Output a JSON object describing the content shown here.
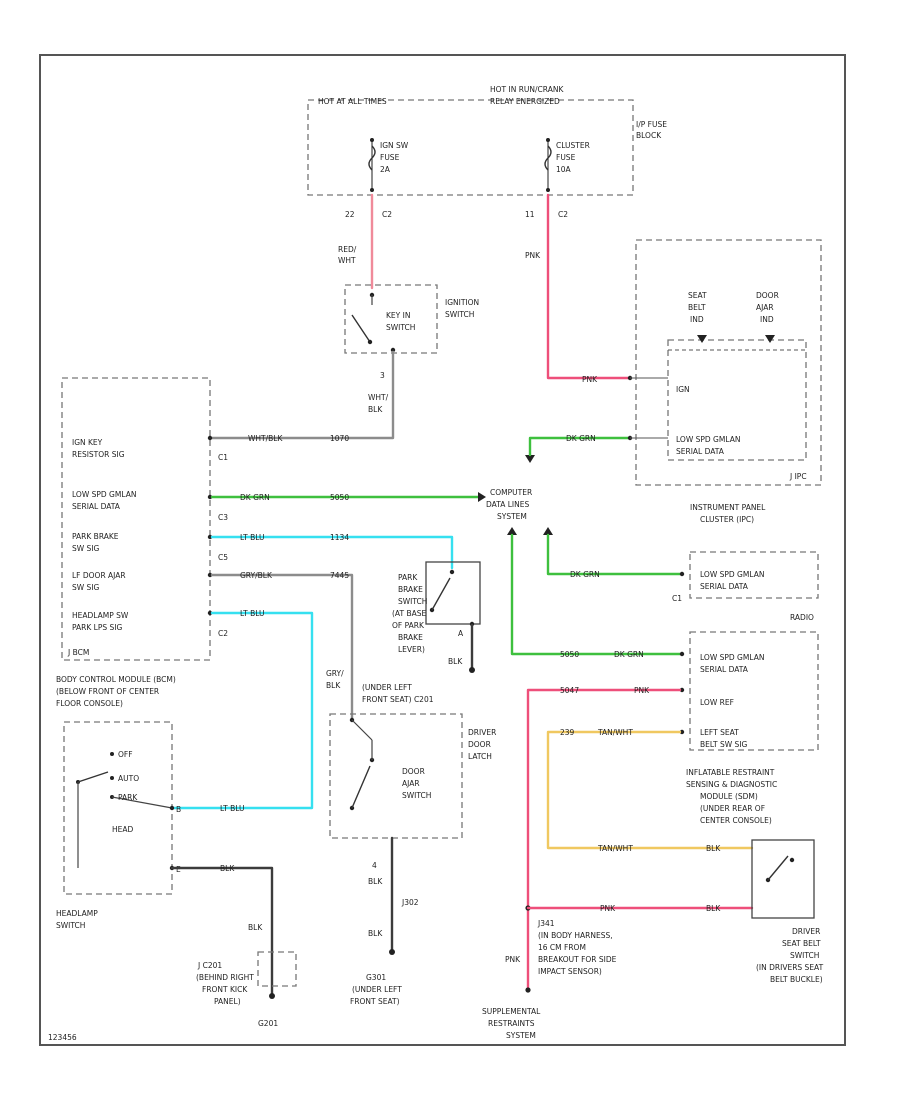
{
  "colors": {
    "red": "#f08a9a",
    "pink": "#ee4f7a",
    "green": "#3ec03e",
    "cyan": "#36e0f0",
    "yellow": "#f0c860",
    "dark": "#3c3c3c",
    "gray": "#8c8c8c"
  },
  "fuse_block": {
    "hot_left": "HOT AT ALL TIMES",
    "hot_right_1": "HOT IN RUN/CRANK",
    "hot_right_2": "RELAY ENERGIZED",
    "label_1": "I/P FUSE",
    "label_2": "BLOCK",
    "fuse_a_1": "IGN SW",
    "fuse_a_2": "FUSE",
    "fuse_a_3": "2A",
    "fuse_b_1": "CLUSTER",
    "fuse_b_2": "FUSE",
    "fuse_b_3": "10A",
    "pin_a": "22",
    "conn_a": "C2",
    "pin_b": "11",
    "conn_b": "C2"
  },
  "wires": {
    "red_wht_1": "RED/",
    "red_wht_2": "WHT",
    "pnk": "PNK",
    "wht_blk_1": "WHT/",
    "wht_blk_2": "BLK",
    "wht_blk_h": "WHT/BLK",
    "circ_1070": "1070",
    "dk_grn": "DK GRN",
    "circ_5050": "5050",
    "lt_blu": "LT BLU",
    "circ_1134": "1134",
    "gry_blk": "GRY/BLK",
    "circ_7445": "7445",
    "gry_blk_v1": "GRY/",
    "gry_blk_v2": "BLK",
    "blk": "BLK",
    "pnk_w": "PNK",
    "tan_wht": "TAN/WHT",
    "circ_239": "239",
    "circ_5047": "5047",
    "tan_wht_2": "TAN/WHT"
  },
  "ignition": {
    "label_1": "KEY IN",
    "label_2": "SWITCH",
    "name_1": "IGNITION",
    "name_2": "SWITCH",
    "pin": "3"
  },
  "bcm": {
    "row1_a": "IGN KEY",
    "row1_b": "RESISTOR SIG",
    "row2_a": "LOW SPD GMLAN",
    "row2_b": "SERIAL DATA",
    "row3_a": "PARK BRAKE",
    "row3_b": "SW SIG",
    "row4_a": "LF DOOR AJAR",
    "row4_b": "SW SIG",
    "row5_a": "HEADLAMP SW",
    "row5_b": "PARK LPS SIG",
    "tag": "J BCM",
    "c1": "C1",
    "c3": "C3",
    "c5": "C5",
    "c2": "C2",
    "caption_1": "BODY CONTROL MODULE (BCM)",
    "caption_2": "(BELOW FRONT OF CENTER",
    "caption_3": "FLOOR CONSOLE)"
  },
  "cdl": {
    "l1": "COMPUTER",
    "l2": "DATA LINES",
    "l3": "SYSTEM"
  },
  "ipc": {
    "seat_1": "SEAT",
    "seat_2": "BELT",
    "seat_3": "IND",
    "door_1": "DOOR",
    "door_2": "AJAR",
    "door_3": "IND",
    "ign": "IGN",
    "gm_1": "LOW SPD GMLAN",
    "gm_2": "SERIAL DATA",
    "tag": "J IPC",
    "caption_1": "INSTRUMENT PANEL",
    "caption_2": "CLUSTER (IPC)"
  },
  "radio": {
    "gm_1": "LOW SPD GMLAN",
    "gm_2": "SERIAL DATA",
    "title": "RADIO",
    "conn": "C1"
  },
  "sdm": {
    "gm_1": "LOW SPD GMLAN",
    "gm_2": "SERIAL DATA",
    "low_ref": "LOW REF",
    "lf_1": "LEFT SEAT",
    "lf_2": "BELT SW SIG",
    "caption_1": "INFLATABLE RESTRAINT",
    "caption_2": "SENSING & DIAGNOSTIC",
    "caption_3": "MODULE (SDM)",
    "caption_4": "(UNDER REAR OF",
    "caption_5": "CENTER CONSOLE)"
  },
  "park_brake": {
    "l1": "PARK",
    "l2": "BRAKE",
    "l3": "SWITCH",
    "l4": "(AT BASE",
    "l5": "OF PARK",
    "l6": "BRAKE",
    "l7": "LEVER)",
    "pin": "A",
    "wire": "BLK"
  },
  "door": {
    "loc_1": "(UNDER LEFT",
    "loc_2": "FRONT SEAT) C201",
    "name_1": "DRIVER",
    "name_2": "DOOR",
    "name_3": "LATCH",
    "sw_1": "DOOR",
    "sw_2": "AJAR",
    "sw_3": "SWITCH",
    "pin": "4",
    "blk_1": "BLK",
    "blk_2": "BLK",
    "splice": "J302",
    "ground": "G301",
    "ground_1": "(UNDER LEFT",
    "ground_2": "FRONT SEAT)"
  },
  "headlamp": {
    "off": "OFF",
    "auto": "AUTO",
    "park": "PARK",
    "head": "HEAD",
    "name_1": "HEADLAMP",
    "name_2": "SWITCH",
    "pin_b": "B",
    "pin_e": "E"
  },
  "ground_right": {
    "j": "J C201",
    "l1": "(BEHIND RIGHT",
    "l2": "FRONT KICK",
    "l3": "PANEL)",
    "g": "G201",
    "wire": "BLK"
  },
  "splice_bot": {
    "l1": "J341",
    "l2": "(IN BODY HARNESS,",
    "l3": "16 CM FROM",
    "l4": "BREAKOUT FOR SIDE",
    "l5": "IMPACT SENSOR)",
    "wire": "PNK"
  },
  "srs": {
    "l1": "SUPPLEMENTAL",
    "l2": "RESTRAINTS",
    "l3": "SYSTEM"
  },
  "belt_sw": {
    "l1": "DRIVER",
    "l2": "SEAT BELT",
    "l3": "SWITCH",
    "l4": "(IN DRIVERS SEAT",
    "l5": "BELT BUCKLE)",
    "wire_1": "BLK",
    "wire_2": "BLK"
  },
  "figure_id": "123456"
}
